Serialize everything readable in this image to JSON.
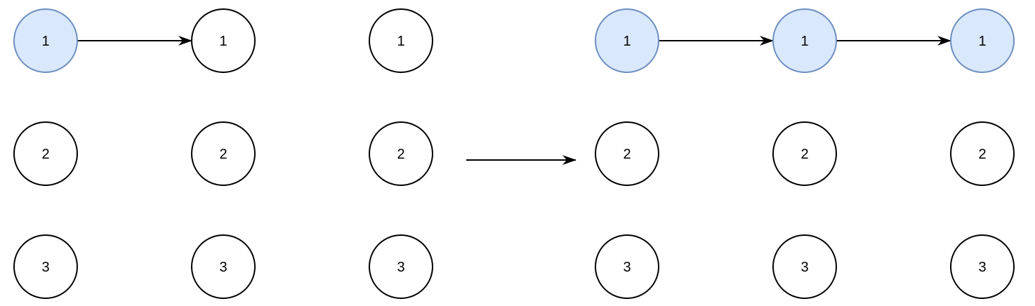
{
  "colors": {
    "highlight_fill": "#dae8fc",
    "highlight_stroke": "#6c8ebf",
    "default_fill": "#ffffff",
    "default_stroke": "#000000"
  },
  "left_panel": {
    "columns": [
      {
        "nodes": [
          {
            "label": "1",
            "highlighted": true
          },
          {
            "label": "2",
            "highlighted": false
          },
          {
            "label": "3",
            "highlighted": false
          }
        ]
      },
      {
        "nodes": [
          {
            "label": "1",
            "highlighted": false
          },
          {
            "label": "2",
            "highlighted": false
          },
          {
            "label": "3",
            "highlighted": false
          }
        ]
      },
      {
        "nodes": [
          {
            "label": "1",
            "highlighted": false
          },
          {
            "label": "2",
            "highlighted": false
          },
          {
            "label": "3",
            "highlighted": false
          }
        ]
      }
    ],
    "edges": [
      {
        "from": [
          0,
          0
        ],
        "to": [
          1,
          0
        ]
      }
    ]
  },
  "right_panel": {
    "columns": [
      {
        "nodes": [
          {
            "label": "1",
            "highlighted": true
          },
          {
            "label": "2",
            "highlighted": false
          },
          {
            "label": "3",
            "highlighted": false
          }
        ]
      },
      {
        "nodes": [
          {
            "label": "1",
            "highlighted": true
          },
          {
            "label": "2",
            "highlighted": false
          },
          {
            "label": "3",
            "highlighted": false
          }
        ]
      },
      {
        "nodes": [
          {
            "label": "1",
            "highlighted": true
          },
          {
            "label": "2",
            "highlighted": false
          },
          {
            "label": "3",
            "highlighted": false
          }
        ]
      }
    ],
    "edges": [
      {
        "from": [
          0,
          0
        ],
        "to": [
          1,
          0
        ]
      },
      {
        "from": [
          1,
          0
        ],
        "to": [
          2,
          0
        ]
      }
    ]
  },
  "transition": {
    "direction": "right"
  }
}
